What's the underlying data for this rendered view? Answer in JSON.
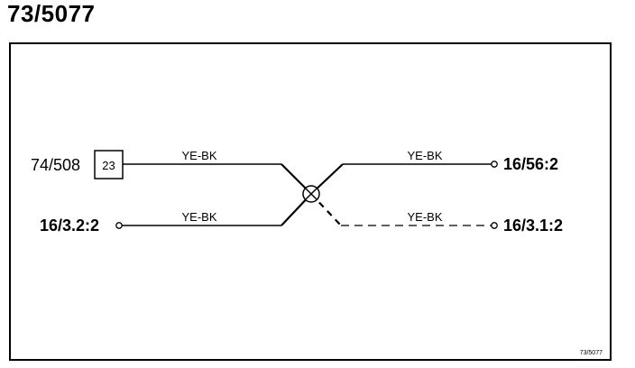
{
  "title": "73/5077",
  "footer_ref": "73/5077",
  "diagram": {
    "source_connector": {
      "label": "74/508",
      "pin": "23"
    },
    "wires": [
      {
        "id": "w1",
        "color": "YE-BK"
      },
      {
        "id": "w2",
        "color": "YE-BK"
      },
      {
        "id": "w3",
        "color": "YE-BK"
      },
      {
        "id": "w4",
        "color": "YE-BK"
      }
    ],
    "terminals": {
      "left_lower": "16/3.2:2",
      "right_upper": "16/56:2",
      "right_lower": "16/3.1:2"
    },
    "splice_symbol": "circle-x-icon"
  }
}
